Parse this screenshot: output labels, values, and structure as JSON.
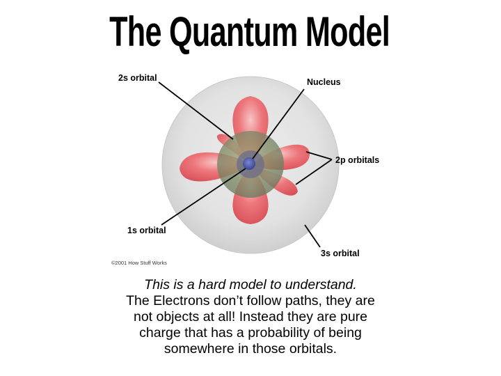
{
  "slide": {
    "title": "The Quantum Model"
  },
  "diagram": {
    "labels": {
      "orbital_2s": "2s orbital",
      "nucleus": "Nucleus",
      "orbitals_2p": "2p orbitals",
      "orbital_1s": "1s orbital",
      "orbital_3s": "3s orbital"
    },
    "copyright": "©2001 How Stuff Works",
    "colors": {
      "lobe": "#e8555c",
      "lobe_highlight": "#f7b6b8",
      "outer_sphere": "#dcdcdc",
      "inner_sphere": "#7d8f6a",
      "nucleus": "#4a5aa8"
    }
  },
  "caption": {
    "line1": "This is a hard model to understand.",
    "line2": "The Electrons don’t follow paths, they are",
    "line3": "not objects at all! Instead they are pure",
    "line4": "charge that has a probability of being",
    "line5": "somewhere in those orbitals."
  }
}
